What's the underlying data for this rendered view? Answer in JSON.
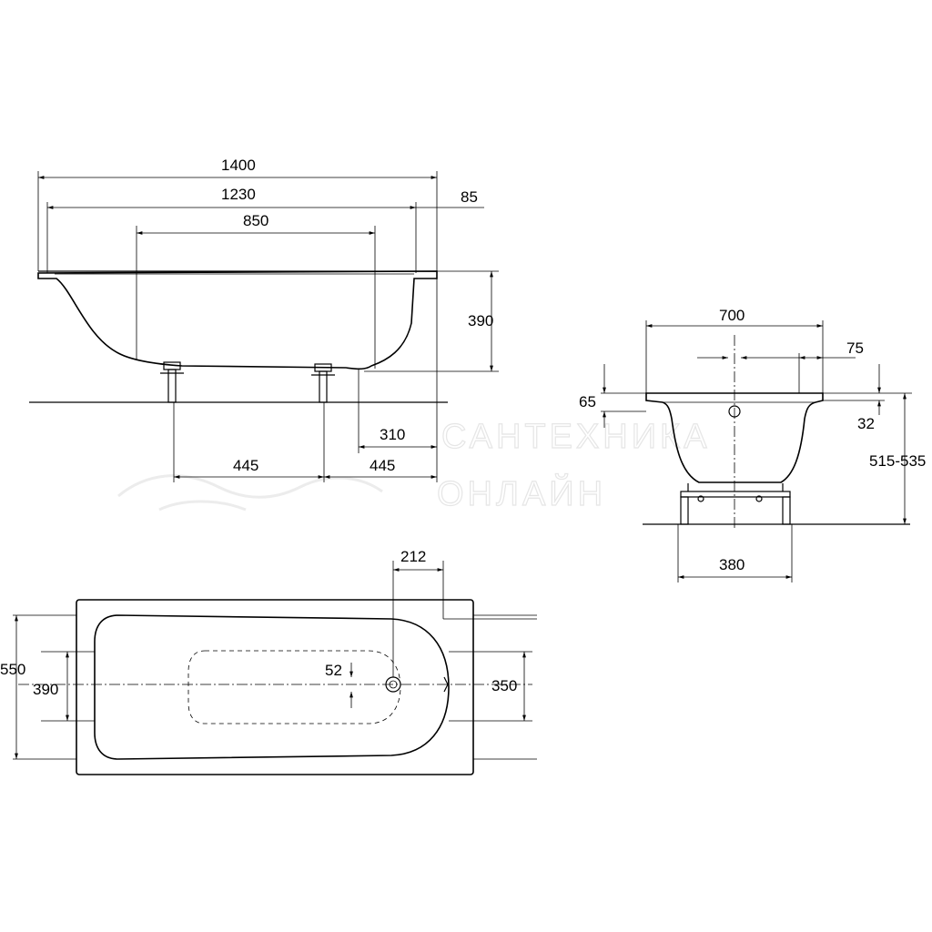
{
  "side_view": {
    "length_total": "1400",
    "length_inner": "1230",
    "length_bottom": "850",
    "rim_overhang": "85",
    "depth": "390",
    "drain_offset": "310",
    "leg_spacing_1": "445",
    "leg_spacing_2": "445"
  },
  "end_view": {
    "width": "700",
    "overflow_offset": "75",
    "rim_height": "65",
    "rim_lip": "32",
    "total_height": "515-535",
    "leg_width": "380"
  },
  "top_view": {
    "drain_offset": "212",
    "outer_width": "550",
    "inner_width": "390",
    "end_width": "350",
    "drain_diameter": "52"
  },
  "watermark": {
    "line1": "САНТЕХНИКА",
    "line2": "ОНЛАЙН"
  }
}
